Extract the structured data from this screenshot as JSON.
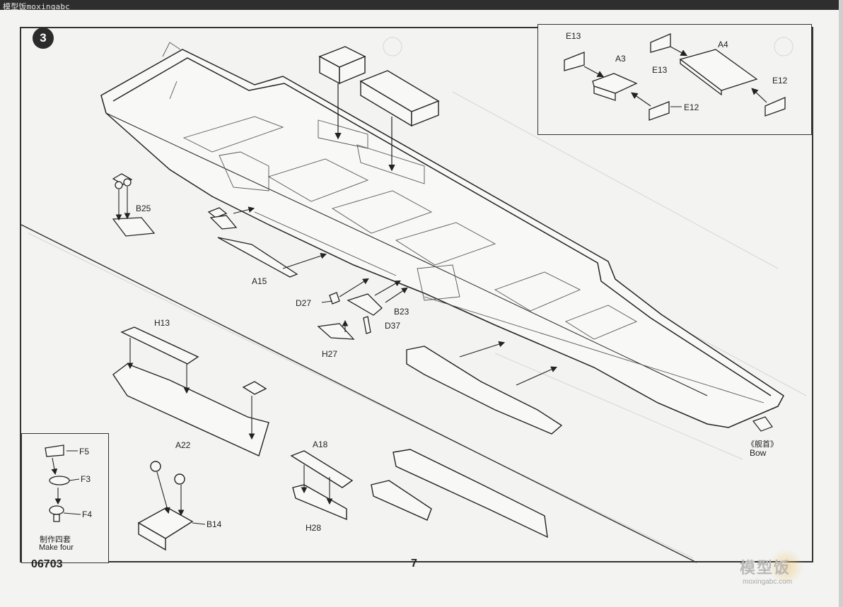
{
  "watermark_top": "模型饭moxingabc",
  "step_number": "3",
  "part_labels": {
    "E13_a": "E13",
    "E13_b": "E13",
    "A3": "A3",
    "A4": "A4",
    "E12_a": "E12",
    "E12_b": "E12",
    "B25": "B25",
    "A15": "A15",
    "D27": "D27",
    "B23": "B23",
    "D37": "D37",
    "H27": "H27",
    "H13": "H13",
    "A22": "A22",
    "A18": "A18",
    "H28": "H28",
    "B14": "B14",
    "F5": "F5",
    "F3": "F3",
    "F4": "F4"
  },
  "bow": {
    "chinese": "《舰首》",
    "english": "Bow"
  },
  "make_note": {
    "chinese": "制作四套",
    "english": "Make four"
  },
  "footer": {
    "code": "06703",
    "page": "7"
  },
  "watermark_logo": "模型饭",
  "watermark_url": "moxingabc.com"
}
